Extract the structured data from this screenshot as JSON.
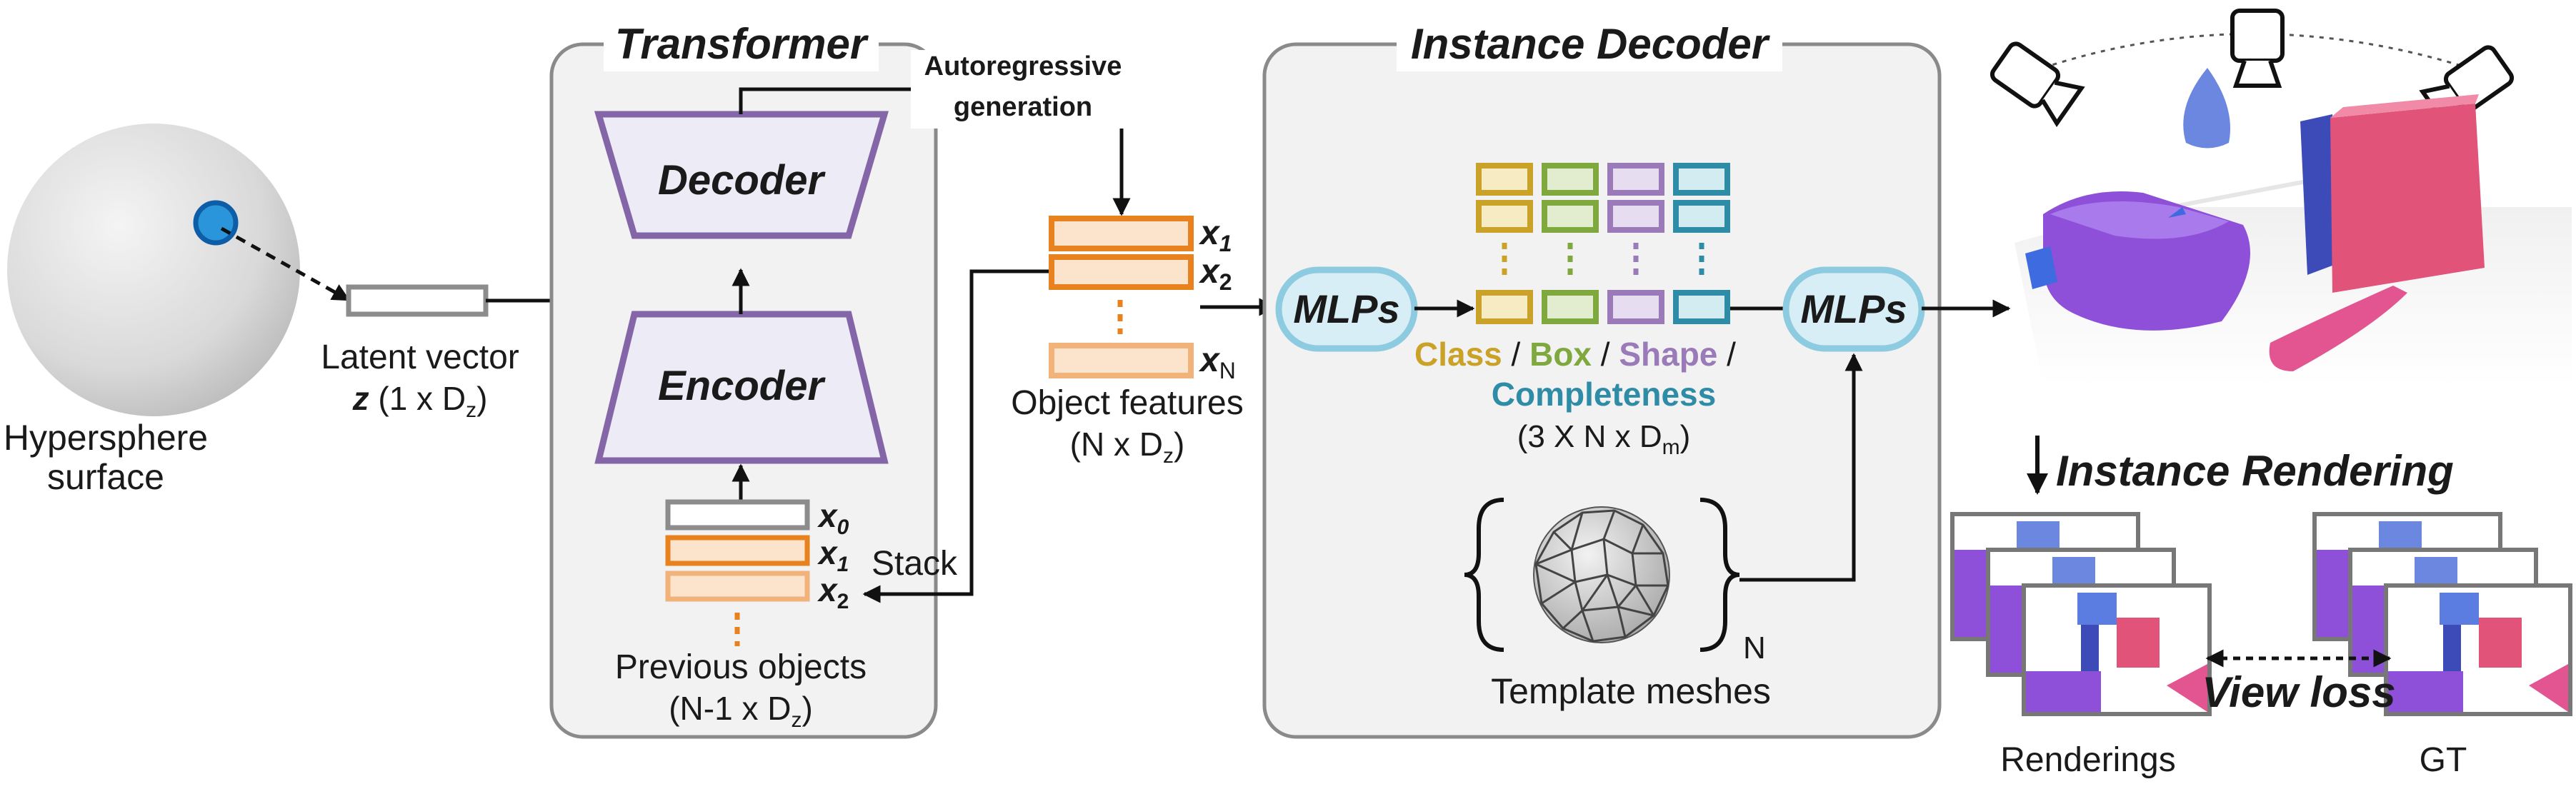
{
  "sphere": {
    "label_line1": "Hypersphere",
    "label_line2": "surface"
  },
  "latent": {
    "label": "Latent vector",
    "formula_var": "z",
    "formula_rest": " (1 x D",
    "formula_sub": "z",
    "formula_close": ")"
  },
  "transformer": {
    "title": "Transformer",
    "decoder": "Decoder",
    "encoder": "Encoder",
    "prev_tokens": [
      {
        "name": "x",
        "sub": "0"
      },
      {
        "name": "x",
        "sub": "1"
      },
      {
        "name": "x",
        "sub": "2"
      }
    ],
    "prev_label_line1": "Previous objects",
    "prev_label_line2_a": "(N-1 x D",
    "prev_label_line2_sub": "z",
    "prev_label_line2_b": ")",
    "stack_label": "Stack"
  },
  "autoregressive": {
    "line1": "Autoregressive",
    "line2": "generation"
  },
  "object_features": {
    "tokens": [
      {
        "name": "x",
        "sub": "1"
      },
      {
        "name": "x",
        "sub": "2"
      },
      {
        "name": "x",
        "sub": "N"
      }
    ],
    "label_line1": "Object features",
    "label_line2_a": "(N x D",
    "label_line2_sub": "z",
    "label_line2_b": ")"
  },
  "instance_decoder": {
    "title": "Instance Decoder",
    "mlp1": "MLPs",
    "mlp2": "MLPs",
    "attr_class": "Class",
    "attr_box": "Box",
    "attr_shape": "Shape",
    "attr_completeness": "Completeness",
    "sep": " / ",
    "dims_a": "(3 X N x D",
    "dims_sub": "m",
    "dims_b": ")",
    "template_label": "Template meshes",
    "template_n": "N"
  },
  "rendering": {
    "title": "Instance Rendering",
    "view_loss": "View loss",
    "renderings_label": "Renderings",
    "gt_label": "GT"
  },
  "colors": {
    "orange": "#E8821E",
    "orange_light": "#FBE3CC",
    "purple": "#8466A8",
    "class": "#C9A227",
    "box": "#7FA83E",
    "shape": "#9A7AB8",
    "completeness": "#2E8CA6",
    "mlp_fill": "#D7EEF6",
    "mlp_stroke": "#8CCBE0",
    "panel_fill": "#F2F2F2",
    "panel_stroke": "#8A8A8A"
  }
}
